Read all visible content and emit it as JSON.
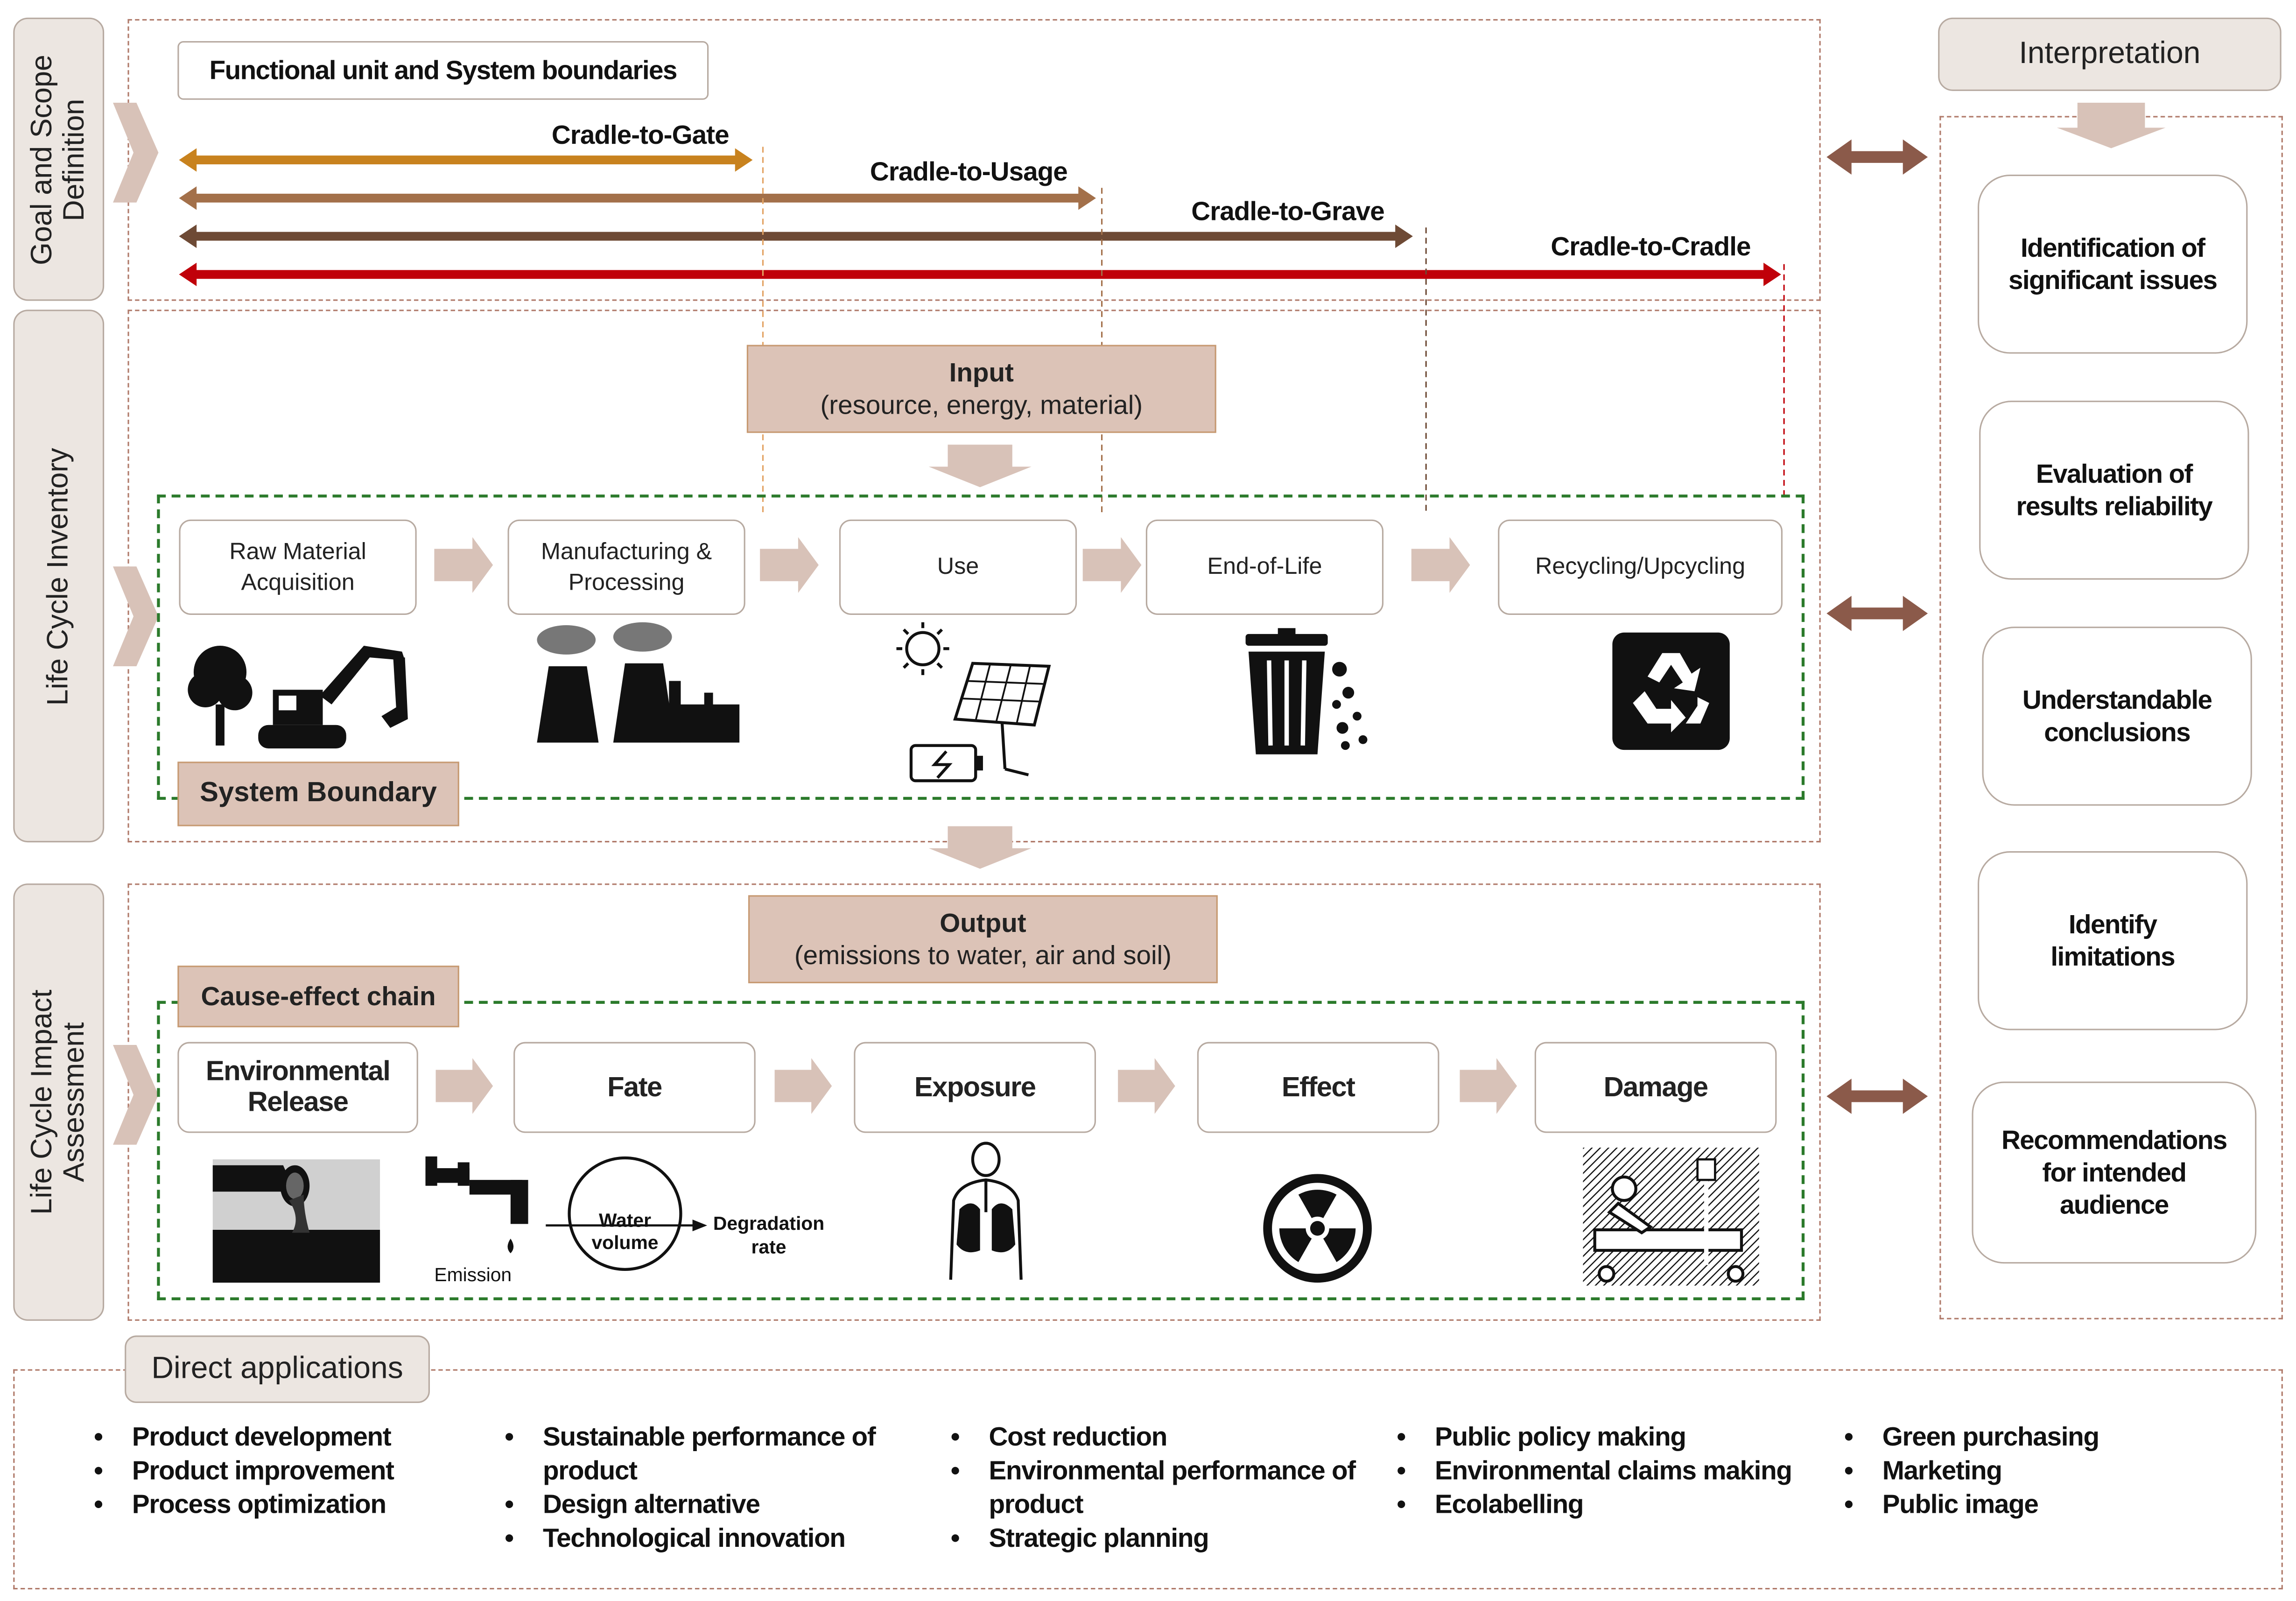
{
  "colors": {
    "phase_fill": "#ece6e1",
    "tan_fill": "#dcc3b7",
    "arrow_pink": "#d8c2b8",
    "double_arrow": "#8b5a4a",
    "system_boundary": "#2b7a2b",
    "cradle_gate": "#c8821e",
    "cradle_usage": "#a3704a",
    "cradle_grave": "#6e4a35",
    "cradle_cradle": "#c0000a"
  },
  "phases": {
    "goal": "Goal and Scope Definition",
    "inventory": "Life Cycle Inventory",
    "impact": "Life Cycle Impact Assessment"
  },
  "goal": {
    "functional_unit": "Functional unit and System boundaries",
    "cradles": [
      "Cradle-to-Gate",
      "Cradle-to-Usage",
      "Cradle-to-Grave",
      "Cradle-to-Cradle"
    ]
  },
  "inventory": {
    "input_title": "Input",
    "input_sub": "(resource, energy, material)",
    "stages": [
      "Raw Material Acquisition",
      "Manufacturing & Processing",
      "Use",
      "End-of-Life",
      "Recycling/Upcycling"
    ],
    "icons": [
      "tree-excavator-icon",
      "factory-icon",
      "solar-panel-icon",
      "trash-can-icon",
      "recycle-icon"
    ],
    "system_boundary": "System Boundary"
  },
  "impact": {
    "output_title": "Output",
    "output_sub": "(emissions to water, air and soil)",
    "chain_label": "Cause-effect chain",
    "steps": [
      "Environmental Release",
      "Fate",
      "Exposure",
      "Effect",
      "Damage"
    ],
    "emission_label": "Emission",
    "water_volume": "Water volume",
    "degradation_rate": "Degradation rate",
    "icons": [
      "pipe-discharge-icon",
      "tap-icon",
      "human-lungs-icon",
      "radiation-icon",
      "hospital-bed-icon"
    ]
  },
  "interpretation": {
    "title": "Interpretation",
    "items": [
      "Identification of significant issues",
      "Evaluation of results reliability",
      "Understandable conclusions",
      "Identify limitations",
      "Recommendations for intended audience"
    ]
  },
  "applications": {
    "title": "Direct applications",
    "columns": [
      [
        "Product development",
        "Product improvement",
        "Process optimization"
      ],
      [
        "Sustainable performance of product",
        "Design alternative",
        "Technological innovation"
      ],
      [
        "Cost reduction",
        "Environmental performance of product",
        "Strategic planning"
      ],
      [
        "Public policy making",
        "Environmental claims making",
        "Ecolabelling"
      ],
      [
        "Green purchasing",
        "Marketing",
        "Public image"
      ]
    ]
  }
}
